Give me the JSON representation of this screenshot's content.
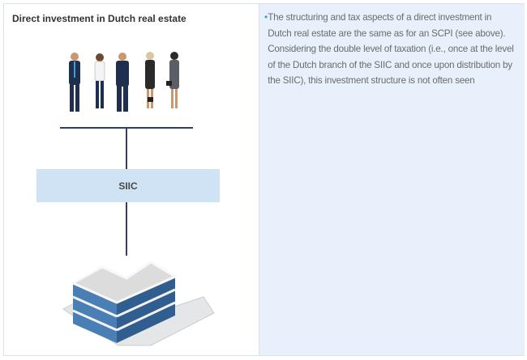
{
  "left_panel": {
    "title": "Direct investment in Dutch real estate",
    "entity_box_label": "SIIC"
  },
  "right_panel": {
    "bullets": [
      "The structuring and tax aspects of a direct investment in Dutch real estate are the same as for an SCPI (see above). Considering the double level of taxation (i.e., once at the level of the Dutch branch of the SIIC and once upon distribution by the SIIC), this investment structure is not often seen"
    ]
  },
  "colors": {
    "line": "#2f3f66",
    "box": "#cfe3f5",
    "panel": "#e8f1fb",
    "bullet": "#3aa0d8"
  }
}
